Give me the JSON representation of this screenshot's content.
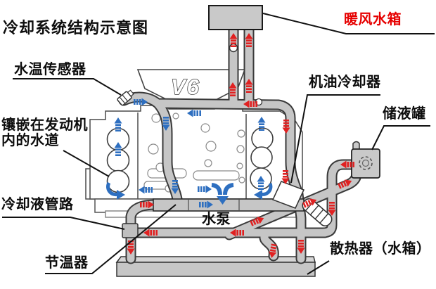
{
  "title": "冷却系统结构示意图",
  "labels": {
    "sensor": "水温传感器",
    "waterways_line1": "镶嵌在发动机",
    "waterways_line2": "内的水道",
    "coolant_pipes": "冷却液管路",
    "thermostat": "节温器",
    "pump": "水泵",
    "heater_core": "暖风水箱",
    "oil_cooler": "机油冷却器",
    "reservoir": "储液罐",
    "radiator": "散热器（水箱）",
    "engine_badge": "V6"
  },
  "colors": {
    "hot": "#e02121",
    "cold": "#2e6fc0",
    "pipe": "#c6c6c6",
    "pipe_edge": "#3a3a3a",
    "box_fill": "#c9c9c9",
    "ink": "#0d0d0d",
    "heater_label": "#e60000"
  }
}
